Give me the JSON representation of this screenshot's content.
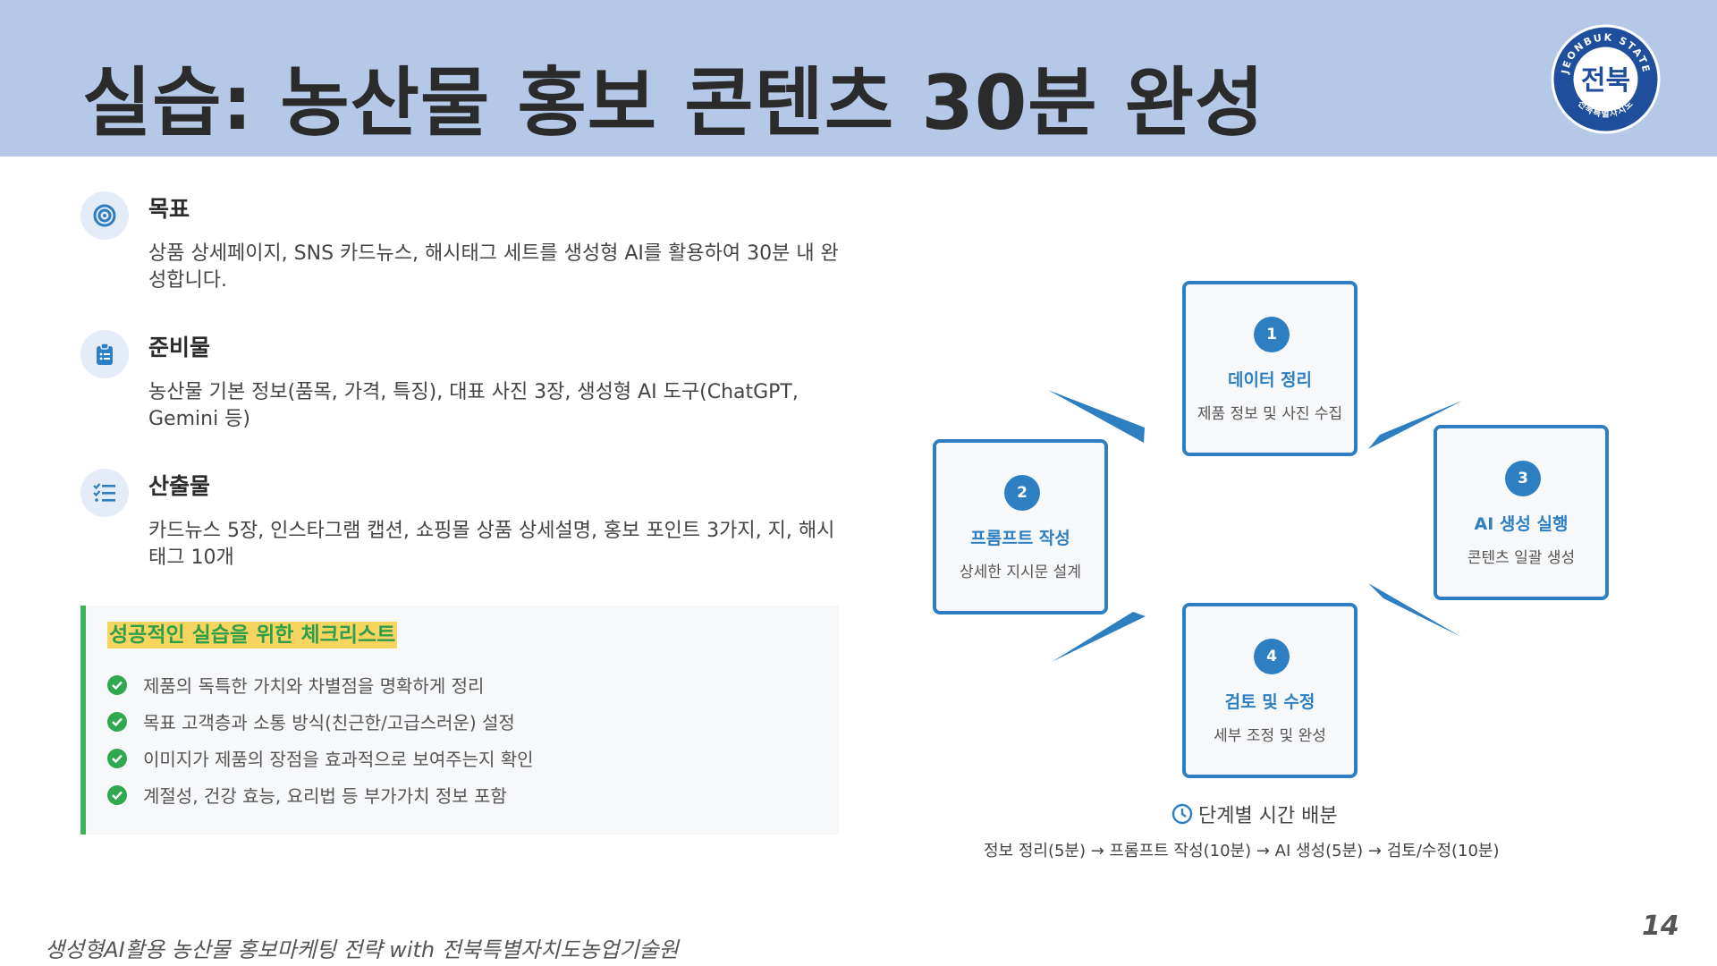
{
  "header": {
    "title": "실습: 농산물 홍보 콘텐츠 30분 완성",
    "logo_text": "전북",
    "logo_ring_top": "JEONBUK STATE",
    "logo_ring_bottom": "전북특별자치도"
  },
  "sections": [
    {
      "icon": "target-icon",
      "heading": "목표",
      "body": "상품 상세페이지, SNS 카드뉴스, 해시태그 세트를 생성형 AI를 활용하여 30분 내 완성합니다."
    },
    {
      "icon": "clipboard-icon",
      "heading": "준비물",
      "body": "농산물 기본 정보(품목, 가격, 특징), 대표 사진 3장, 생성형 AI 도구(ChatGPT, Gemini 등)"
    },
    {
      "icon": "list-check-icon",
      "heading": "산출물",
      "body": "카드뉴스 5장, 인스타그램 캡션, 쇼핑몰 상품 상세설명, 홍보 포인트 3가지, 지, 해시태그 10개"
    }
  ],
  "checklist": {
    "title": "성공적인 실습을 위한 체크리스트",
    "items": [
      "제품의 독특한 가치와 차별점을 명확하게 정리",
      "목표 고객층과 소통 방식(친근한/고급스러운) 설정",
      "이미지가 제품의 장점을 효과적으로 보여주는지 확인",
      "계절성, 건강 효능, 요리법 등 부가가치 정보 포함"
    ]
  },
  "steps": [
    {
      "number": "1",
      "title": "데이터 정리",
      "desc": "제품 정보 및 사진 수집"
    },
    {
      "number": "2",
      "title": "프롬프트 작성",
      "desc": "상세한 지시문 설계"
    },
    {
      "number": "3",
      "title": "AI 생성 실행",
      "desc": "콘텐츠 일괄 생성"
    },
    {
      "number": "4",
      "title": "검토 및 수정",
      "desc": "세부 조정 및 완성"
    }
  ],
  "timing": {
    "title": "단계별 시간 배분",
    "detail": "정보 정리(5분) → 프롬프트 작성(10분) → AI 생성(5분) → 검토/수정(10분)"
  },
  "footer": {
    "text": "생성형AI활용 농산물 홍보마케팅 전략 with 전북특별자치도농업기술원",
    "page_number": "14"
  },
  "colors": {
    "header_bg": "#b5c8e8",
    "accent_blue": "#2e7fc1",
    "check_green": "#2fa84f",
    "highlight_yellow": "#f8d560",
    "logo_navy": "#1f4e9c"
  }
}
